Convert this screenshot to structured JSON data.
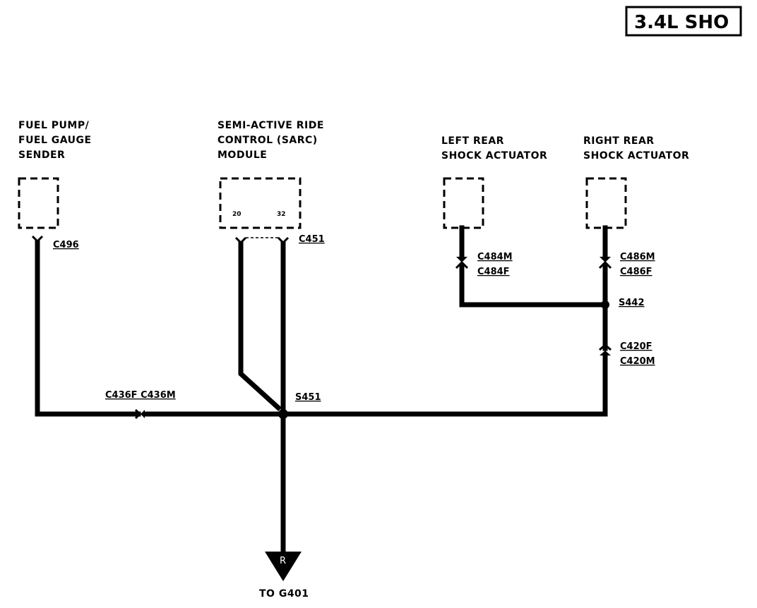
{
  "badge": "3.4L SHO",
  "components": {
    "fuel_pump": [
      "FUEL PUMP/",
      "FUEL GAUGE",
      "SENDER"
    ],
    "sarc": [
      "SEMI-ACTIVE RIDE",
      "CONTROL (SARC)",
      "MODULE"
    ],
    "left_rear": [
      "LEFT REAR",
      "SHOCK ACTUATOR"
    ],
    "right_rear": [
      "RIGHT REAR",
      "SHOCK ACTUATOR"
    ]
  },
  "pins": {
    "sarc_pin_a": "20",
    "sarc_pin_b": "32"
  },
  "connectors": {
    "c496": "C496",
    "c451": "C451",
    "c484m": "C484M",
    "c484f": "C484F",
    "c486m": "C486M",
    "c486f": "C486F",
    "s442": "S442",
    "c420f": "C420F",
    "c420m": "C420M",
    "c436": "C436F C436M",
    "s451": "S451"
  },
  "ground": {
    "arrow_label": "R",
    "destination": "TO G401"
  }
}
